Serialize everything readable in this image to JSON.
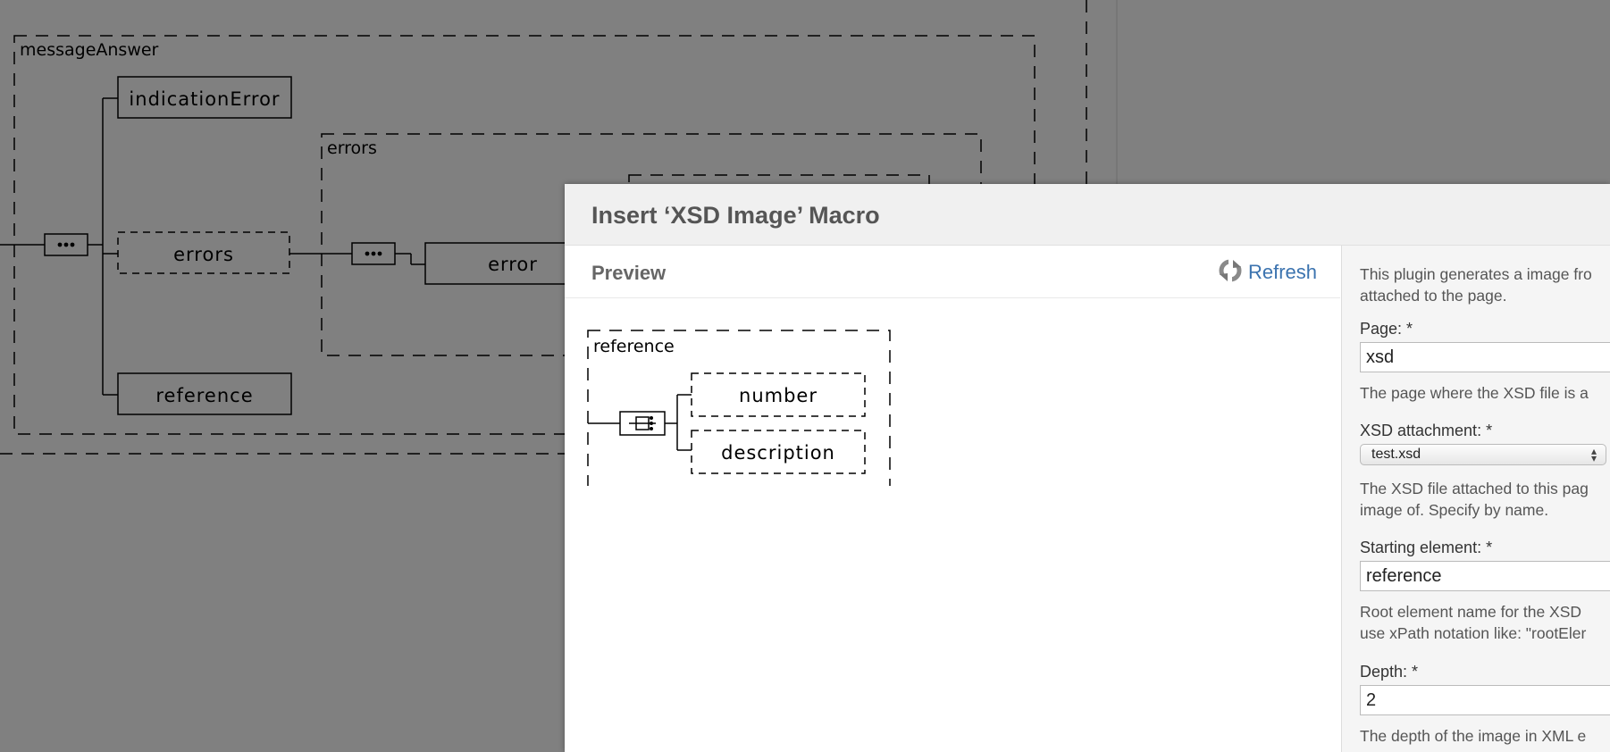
{
  "background_diagram": {
    "outer_group_label": "messageAnswer",
    "inner_group_label": "errors",
    "nodes": {
      "indication_error": "indicationError",
      "errors": "errors",
      "error": "error",
      "reference": "reference"
    }
  },
  "dialog": {
    "title": "Insert ‘XSD Image’ Macro",
    "preview": {
      "title": "Preview",
      "refresh_label": "Refresh",
      "diagram": {
        "group_label": "reference",
        "nodes": {
          "number": "number",
          "description": "description"
        }
      }
    },
    "form": {
      "intro_line1": "This plugin generates a image fro",
      "intro_line2": "attached to the page.",
      "page": {
        "label": "Page: *",
        "value": "xsd",
        "help": "The page where the XSD file is a"
      },
      "xsd_attachment": {
        "label": "XSD attachment: *",
        "value": "test.xsd",
        "help_line1": "The XSD file attached to this pag",
        "help_line2": "image of. Specify by name."
      },
      "starting_element": {
        "label": "Starting element: *",
        "value": "reference",
        "help_line1": "Root element name for the XSD",
        "help_line2": "use xPath notation like: \"rootEler"
      },
      "depth": {
        "label": "Depth: *",
        "value": "2",
        "help": "The depth of the image in XML e"
      }
    }
  },
  "colors": {
    "overlay": "#808080",
    "link": "#3b73af",
    "header_bg": "#f0f0f0",
    "form_bg": "#f5f5f5"
  }
}
